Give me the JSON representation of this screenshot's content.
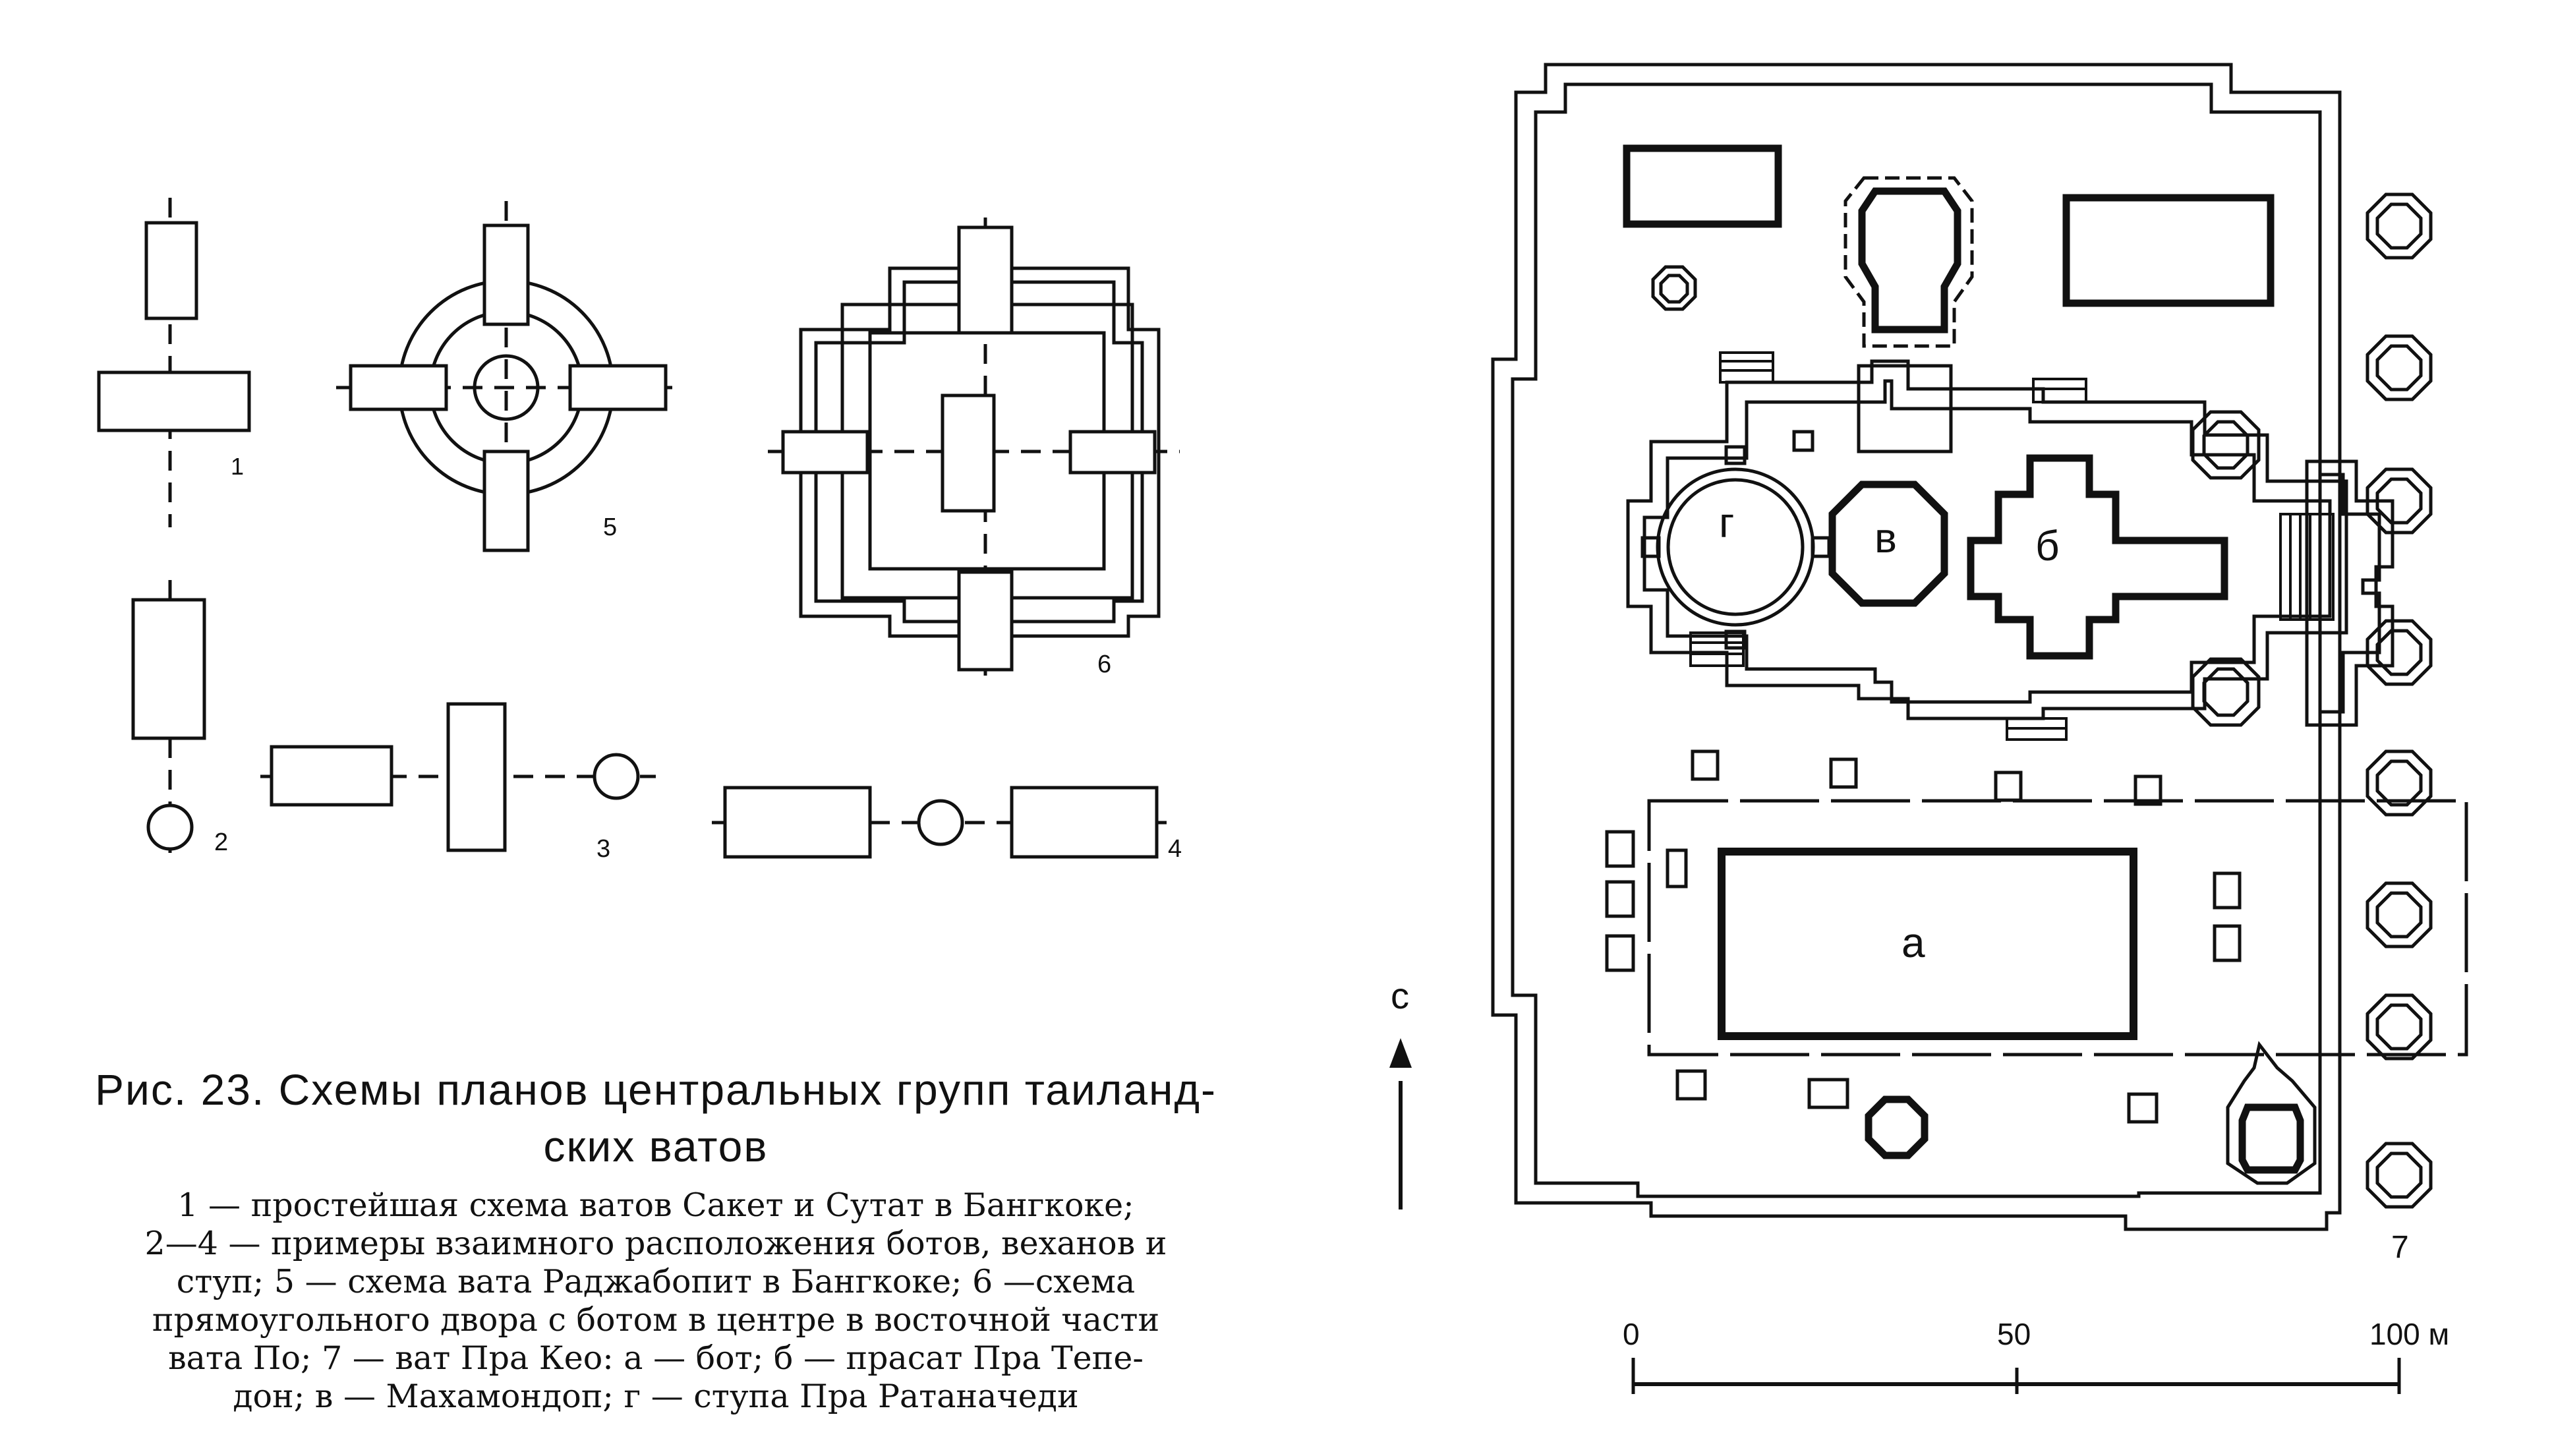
{
  "figure": {
    "scheme_numbers": [
      "1",
      "2",
      "3",
      "4",
      "5",
      "6",
      "7"
    ],
    "plan_letters": {
      "a": "а",
      "b": "б",
      "v": "в",
      "g": "г"
    },
    "north_label": "с",
    "scale": {
      "tick0": "0",
      "tick50": "50",
      "tick100": "100 м"
    }
  },
  "caption": {
    "title_line1": "Рис. 23. Схемы планов центральных групп таиланд-",
    "title_line2": "ских ватов",
    "body_lines": [
      "1 — простейшая схема ватов Сакет и Сутат в Бангкоке;",
      "2—4 — примеры взаимного расположения ботов, веханов и",
      "ступ; 5 — схема вата Раджабопит в Бангкоке; 6 —схема",
      "прямоугольного двора с ботом в центре в восточной части",
      "вата По; 7 — ват Пра Кео: а — бот; б — прасат Пра Тепе-",
      "дон; в — Махамондоп; г — ступа Пра Ратаначеди"
    ]
  }
}
